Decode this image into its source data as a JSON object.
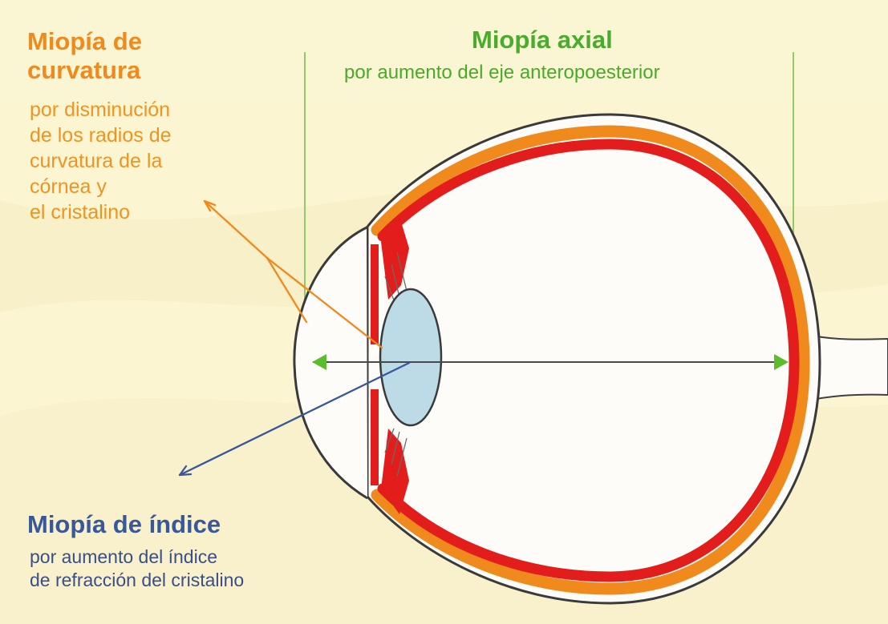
{
  "curvature": {
    "title_lines": [
      "Miopía de",
      "curvatura"
    ],
    "subtitle_lines": [
      "por disminución",
      "de los radios de",
      "curvatura de la",
      "córnea y",
      "el cristalino"
    ]
  },
  "axial": {
    "title": "Miopía axial",
    "subtitle": "por aumento del eje anteropoesterior"
  },
  "index": {
    "title": "Miopía de índice",
    "subtitle_lines": [
      "por aumento del índice",
      "de refracción del cristalino"
    ]
  },
  "colors": {
    "background": "#fbf5d2",
    "curvature_orange": "#f08a1c",
    "axial_green": "#48ad2c",
    "index_blue": "#39589b",
    "retina_red": "#e31d1c",
    "sclera": "#fdfcf8",
    "lens_blue": "#bddbe6"
  }
}
